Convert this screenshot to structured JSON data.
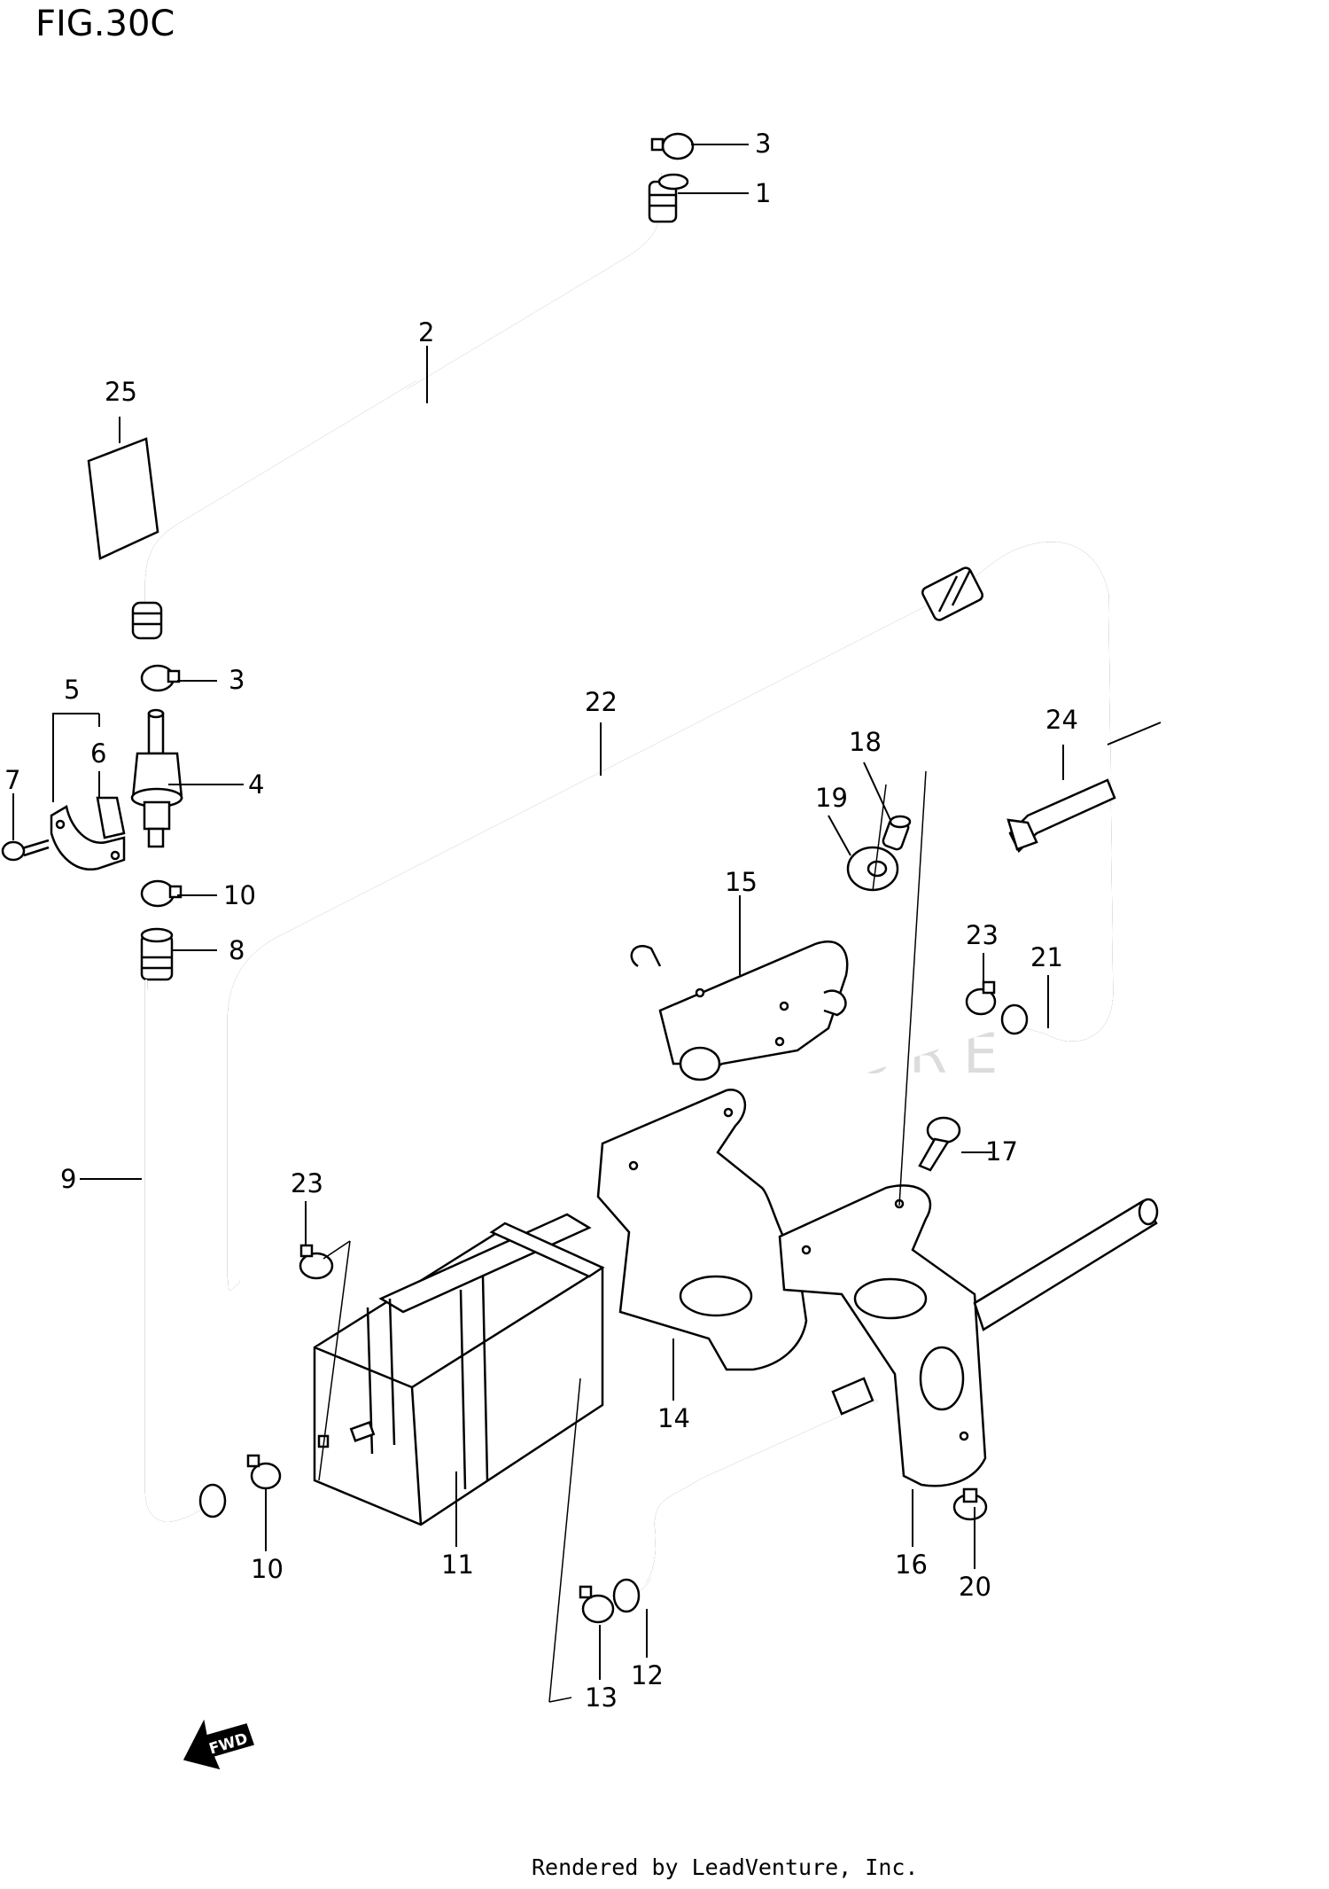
{
  "title": "FIG.30C",
  "watermark": "LEADVENTURE",
  "credit": "Rendered by LeadVenture, Inc.",
  "fwd_label": "FWD",
  "callouts": [
    {
      "id": "c1",
      "text": "1"
    },
    {
      "id": "c2",
      "text": "2"
    },
    {
      "id": "c3a",
      "text": "3"
    },
    {
      "id": "c3b",
      "text": "3"
    },
    {
      "id": "c4",
      "text": "4"
    },
    {
      "id": "c5",
      "text": "5"
    },
    {
      "id": "c6",
      "text": "6"
    },
    {
      "id": "c7",
      "text": "7"
    },
    {
      "id": "c8",
      "text": "8"
    },
    {
      "id": "c9",
      "text": "9"
    },
    {
      "id": "c10a",
      "text": "10"
    },
    {
      "id": "c10b",
      "text": "10"
    },
    {
      "id": "c11",
      "text": "11"
    },
    {
      "id": "c12",
      "text": "12"
    },
    {
      "id": "c13",
      "text": "13"
    },
    {
      "id": "c14",
      "text": "14"
    },
    {
      "id": "c15",
      "text": "15"
    },
    {
      "id": "c16",
      "text": "16"
    },
    {
      "id": "c17",
      "text": "17"
    },
    {
      "id": "c18",
      "text": "18"
    },
    {
      "id": "c19",
      "text": "19"
    },
    {
      "id": "c20",
      "text": "20"
    },
    {
      "id": "c21",
      "text": "21"
    },
    {
      "id": "c22",
      "text": "22"
    },
    {
      "id": "c23a",
      "text": "23"
    },
    {
      "id": "c23b",
      "text": "23"
    },
    {
      "id": "c24",
      "text": "24"
    },
    {
      "id": "c25",
      "text": "25"
    }
  ]
}
